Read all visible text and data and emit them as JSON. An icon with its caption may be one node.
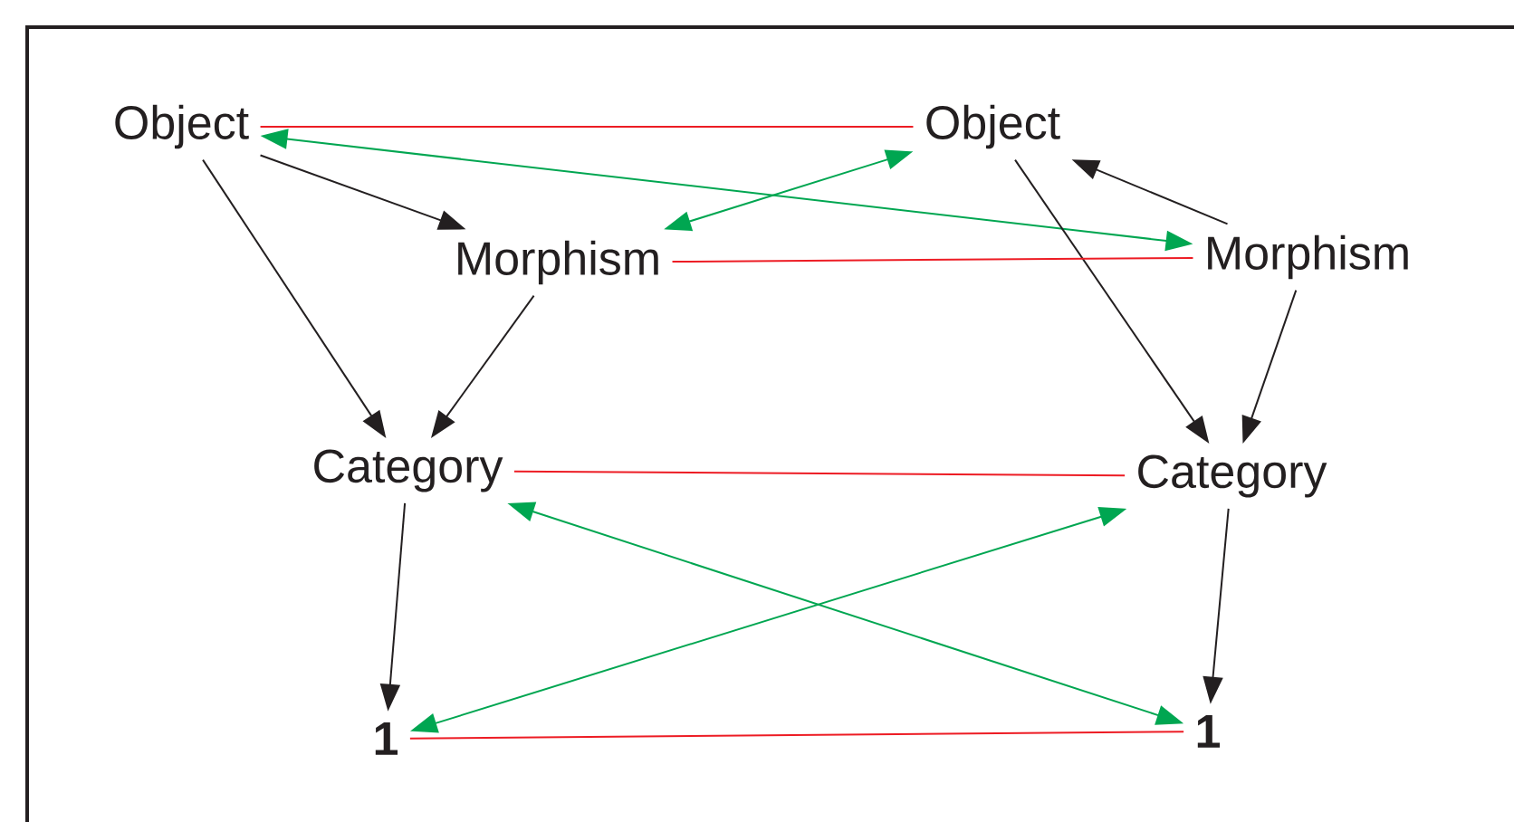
{
  "diagram": {
    "nodes": [
      {
        "text": [
          "Object"
        ]
      },
      {
        "text": [
          "Object"
        ]
      },
      {
        "text": [
          "Morphism"
        ]
      },
      {
        "text": [
          "Morphism"
        ]
      },
      {
        "text": [
          "Category"
        ]
      },
      {
        "text": [
          "Category"
        ]
      },
      {
        "text": [
          "1"
        ]
      },
      {
        "text": [
          "1"
        ]
      }
    ],
    "edges": [
      {
        "from": 0,
        "to": 1,
        "arrow": "none",
        "color": "#ed1c24"
      },
      {
        "from": 0,
        "to": 2,
        "arrow": "to"
      },
      {
        "from": 0,
        "to": 4,
        "arrow": "to"
      },
      {
        "from": 0,
        "to": 3,
        "arrow": "both",
        "color": "#00a651"
      },
      {
        "from": 2,
        "to": 1,
        "arrow": "both",
        "color": "#00a651"
      },
      {
        "from": 3,
        "to": 1,
        "arrow": "to"
      },
      {
        "from": 1,
        "to": 5,
        "arrow": "to"
      },
      {
        "from": 2,
        "to": 3,
        "arrow": "none",
        "color": "#ed1c24"
      },
      {
        "from": 2,
        "to": 4,
        "arrow": "to"
      },
      {
        "from": 3,
        "to": 5,
        "arrow": "to"
      },
      {
        "from": 4,
        "to": 5,
        "arrow": "none",
        "color": "#ed1c24"
      },
      {
        "from": 4,
        "to": 7,
        "arrow": "both",
        "color": "#00a651"
      },
      {
        "from": 5,
        "to": 6,
        "arrow": "both",
        "color": "#00a651"
      },
      {
        "from": 4,
        "to": 6,
        "arrow": "to"
      },
      {
        "from": 5,
        "to": 7,
        "arrow": "to"
      },
      {
        "from": 6,
        "to": 7,
        "arrow": "none",
        "color": "#ed1c24"
      }
    ]
  }
}
